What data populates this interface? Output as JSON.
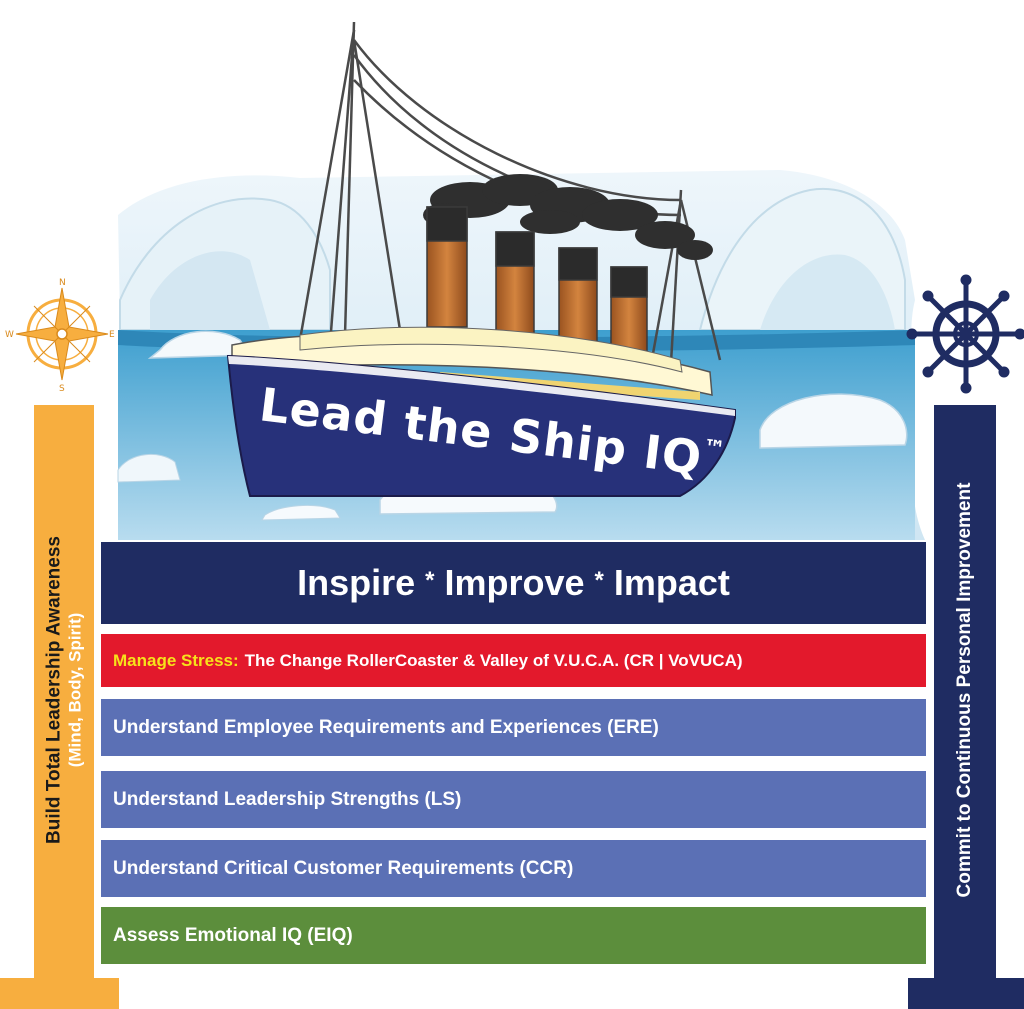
{
  "title": {
    "main": "Lead the Ship IQ",
    "mark": "™"
  },
  "compass": {
    "n": "N",
    "s": "S",
    "e": "E",
    "w": "W"
  },
  "tagline": {
    "part1": "Inspire",
    "part2": "Improve",
    "part3": "Impact",
    "separator": "*"
  },
  "rows": {
    "stress": {
      "highlight": "Manage Stress:",
      "text": "The Change RollerCoaster & Valley of V.U.C.A. (CR | VoVUCA)"
    },
    "ere": "Understand Employee Requirements and Experiences (ERE)",
    "ls": "Understand Leadership Strengths (LS)",
    "ccr": "Understand Critical Customer Requirements (CCR)",
    "eiq": "Assess Emotional IQ (EIQ)"
  },
  "left_pillar": {
    "line1": "Build Total Leadership Awareness",
    "line2": "(Mind, Body, Spirit)"
  },
  "right_pillar": {
    "text": "Commit  to Continuous Personal Improvement"
  },
  "colors": {
    "navy": "#1f2c62",
    "orange": "#f7ae3f",
    "red": "#e3192c",
    "periwinkle": "#5b70b5",
    "green": "#5c8e3c",
    "yellow": "#f7e21a"
  }
}
